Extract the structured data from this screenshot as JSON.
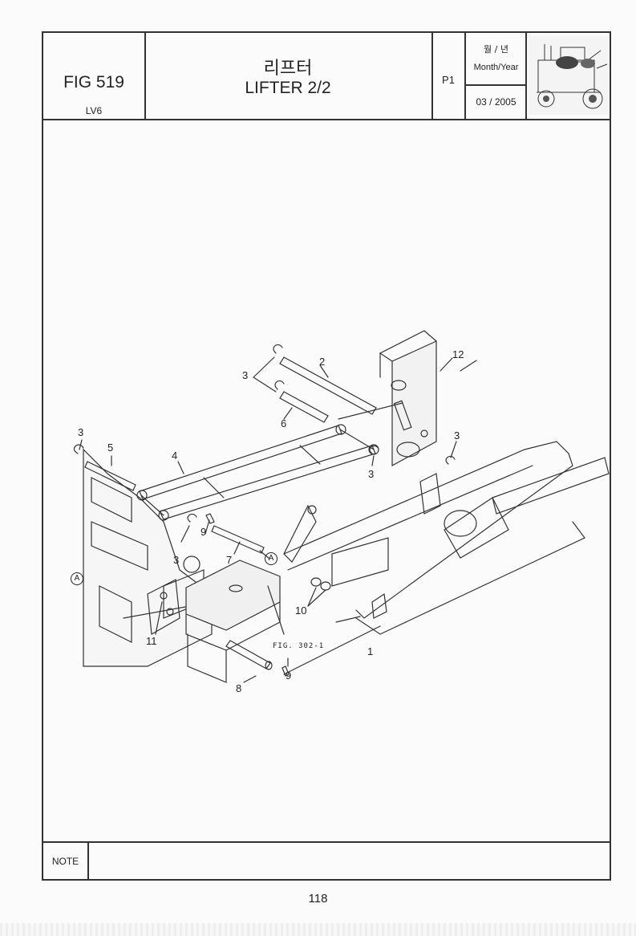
{
  "header": {
    "fig_number": "FIG 519",
    "model": "LV6",
    "title_korean": "리프터",
    "title_english": "LIFTER 2/2",
    "page_code": "P1",
    "month_year_korean": "월 / 년",
    "month_year_english": "Month/Year",
    "date": "03 / 2005"
  },
  "diagram": {
    "callouts": [
      "1",
      "2",
      "3",
      "3",
      "3",
      "3",
      "3",
      "4",
      "5",
      "6",
      "7",
      "8",
      "9",
      "9",
      "10",
      "11",
      "12"
    ],
    "ref_marker": "A",
    "ref_marker_2": "A",
    "figure_ref": "FIG. 302-1"
  },
  "note": {
    "label": "NOTE"
  },
  "footer": {
    "page_number": "118"
  }
}
